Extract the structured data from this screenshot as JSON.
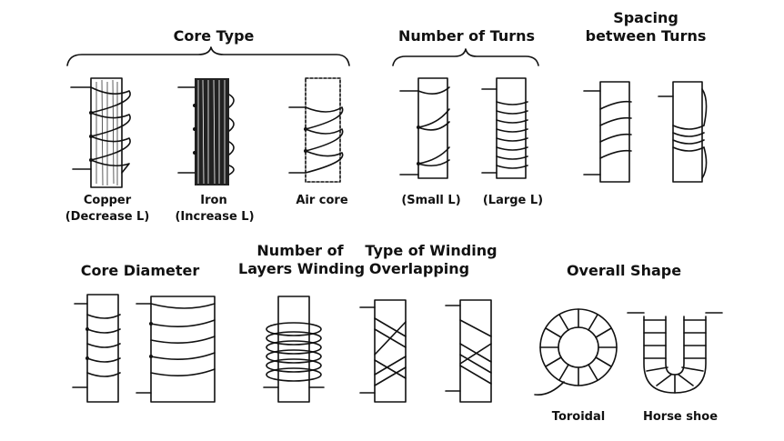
{
  "sections": {
    "core_type": {
      "title": "Core Type",
      "items": [
        {
          "label": "Copper",
          "sub": "(Decrease L)"
        },
        {
          "label": "Iron",
          "sub": "(Increase L)"
        },
        {
          "label": "Air core",
          "sub": ""
        }
      ]
    },
    "number_of_turns": {
      "title": "Number of Turns",
      "items": [
        {
          "label": "(Small L)"
        },
        {
          "label": "(Large L)"
        }
      ]
    },
    "spacing": {
      "title_line1": "Spacing",
      "title_line2": "between Turns"
    },
    "core_diameter": {
      "title": "Core Diameter"
    },
    "layers": {
      "title_line1": "Number of",
      "title_line2": "Layers Winding"
    },
    "winding_type": {
      "title_line1": "Type of Winding",
      "title_line2": "Overlapping"
    },
    "overall_shape": {
      "title": "Overall Shape",
      "items": [
        {
          "label": "Toroidal"
        },
        {
          "label": "Horse shoe"
        }
      ]
    }
  },
  "colors": {
    "ink": "#111111",
    "background": "#ffffff"
  }
}
